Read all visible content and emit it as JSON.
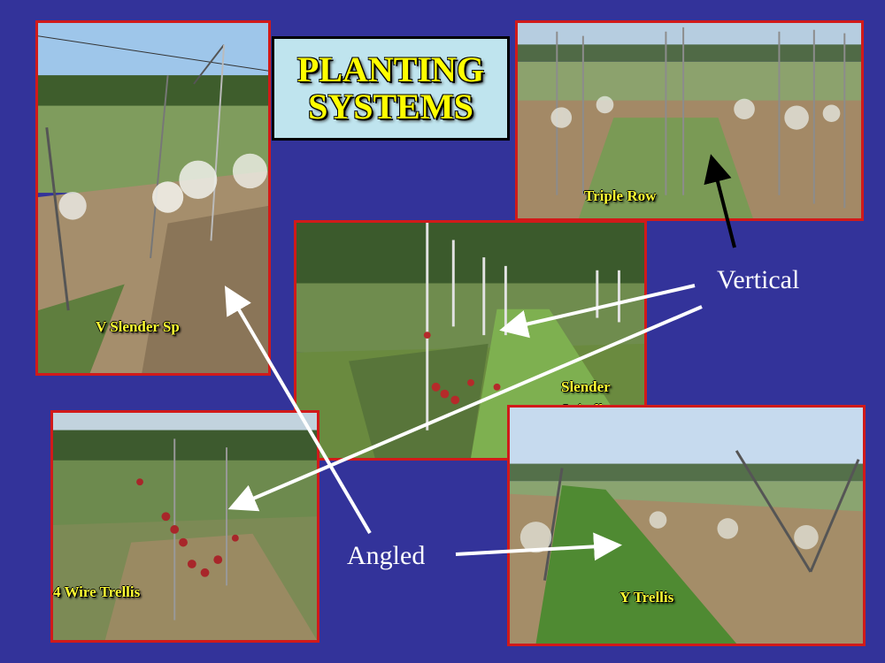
{
  "title": {
    "line1": "PLANTING",
    "line2": "SYSTEMS"
  },
  "photos": {
    "v_slender": {
      "caption": "V Slender Sp"
    },
    "triple_row": {
      "caption": "Triple Row"
    },
    "slender_spindle": {
      "caption_line1": "Slender",
      "caption_line2": "Spindle"
    },
    "four_wire": {
      "caption": "4 Wire Trellis"
    },
    "y_trellis": {
      "caption": "Y Trellis"
    }
  },
  "labels": {
    "vertical": "Vertical",
    "angled": "Angled"
  },
  "colors": {
    "background": "#33339a",
    "photo_border": "#d11a1a",
    "caption": "#ffff33",
    "title_box": "#bfe4ee",
    "title_text": "#ffff00",
    "arrow_white": "#ffffff",
    "arrow_black": "#000000"
  }
}
